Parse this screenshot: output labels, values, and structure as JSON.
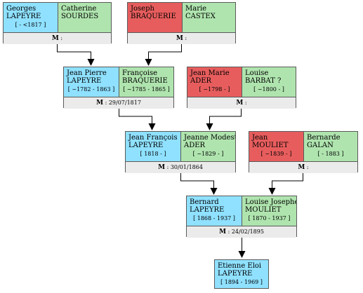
{
  "marriage_prefix": "M",
  "colors": {
    "male": "#8fe1ff",
    "female_known": "#afe4ae",
    "unlinked": "#e75d5d",
    "marriage_row": "#ebebeb"
  },
  "couples": {
    "lapeyre_sourdes": {
      "husband": {
        "first": "Georges",
        "surname": "LAPEYRE",
        "dates": "[ - <1817 ]"
      },
      "wife": {
        "first": "Catherine",
        "surname": "SOURDES",
        "dates": ""
      },
      "marriage": ":"
    },
    "braquerie_castex": {
      "husband": {
        "first": "Joseph",
        "surname": "BRAQUERIE",
        "dates": ""
      },
      "wife": {
        "first": "Marie",
        "surname": "CASTEX",
        "dates": ""
      },
      "marriage": ":"
    },
    "lapeyre_braquerie": {
      "husband": {
        "first": "Jean Pierre",
        "surname": "LAPEYRE",
        "dates": "[ ~1782 - 1863 ]"
      },
      "wife": {
        "first": "Françoise",
        "surname": "BRAQUERIE",
        "dates": "[ ~1785 - 1865 ]"
      },
      "marriage": ": 29/07/1817"
    },
    "ader_barbat": {
      "husband": {
        "first": "Jean Marie",
        "surname": "ADER",
        "dates": "[ ~1798 - ]"
      },
      "wife": {
        "first": "Louise",
        "surname": "BARBAT ?",
        "dates": "[ ~1800 - ]"
      },
      "marriage": ":"
    },
    "lapeyre_ader": {
      "husband": {
        "first": "Jean François",
        "surname": "LAPEYRE",
        "dates": "[ 1818 - ]"
      },
      "wife": {
        "first": "Jeanne Modeste",
        "surname": "ADER",
        "dates": "[ ~1829 - ]"
      },
      "marriage": ": 30/01/1864"
    },
    "mouliet_galan": {
      "husband": {
        "first": "Jean",
        "surname": "MOULIET",
        "dates": "[ ~1839 - ]"
      },
      "wife": {
        "first": "Bernarde",
        "surname": "GALAN",
        "dates": "[ - 1883 ]"
      },
      "marriage": ":"
    },
    "lapeyre_mouliet": {
      "husband": {
        "first": "Bernard",
        "surname": "LAPEYRE",
        "dates": "[ 1868 - 1937 ]"
      },
      "wife": {
        "first": "Louise Josephe",
        "surname": "MOULIET",
        "dates": "[ 1870 - 1937 ]"
      },
      "marriage": ": 24/02/1895"
    }
  },
  "child": {
    "first": "Etienne Eloi",
    "surname": "LAPEYRE",
    "dates": "[ 1894 - 1969 ]"
  }
}
